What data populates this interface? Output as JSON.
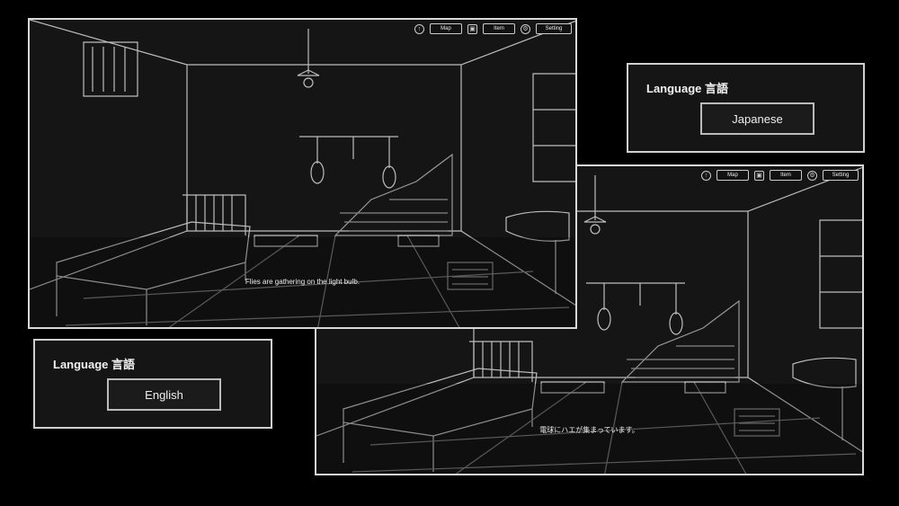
{
  "hud": {
    "map": "Map",
    "item": "Item",
    "setting": "Setting"
  },
  "screen_en": {
    "subtitle": "Flies are gathering on the light bulb."
  },
  "screen_jp": {
    "subtitle": "電球にハエが集まっています。"
  },
  "lang_jp": {
    "title": "Language 言語",
    "option": "Japanese"
  },
  "lang_en": {
    "title": "Language 言語",
    "option": "English"
  }
}
